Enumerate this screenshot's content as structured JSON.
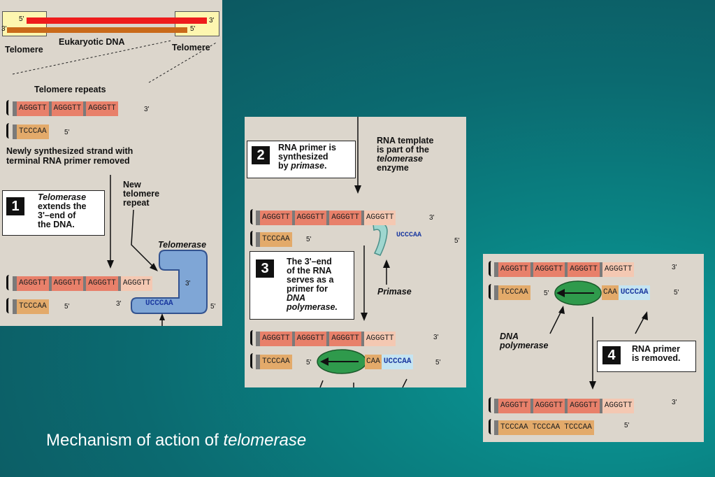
{
  "panel1": {
    "five_prime": "5'",
    "three_prime": "3'",
    "left_end_3": "3'",
    "right_end_5": "5'",
    "telomere_left": "Telomere",
    "eukaryotic_dna": "Eukaryotic DNA",
    "telomere_right": "Telomere",
    "telomere_repeats": "Telomere repeats",
    "repeats": [
      "AGGGTT",
      "AGGGTT",
      "AGGGTT"
    ],
    "top_end": "3'",
    "complement": "TCCCAA",
    "complement_end": "5'",
    "newly_line1": "Newly synthesized strand with",
    "newly_line2": "terminal RNA primer removed",
    "step_number": "1",
    "step_line1": "Telomerase",
    "step_line2": "extends the",
    "step_line3": "3'–end of",
    "step_line4": "the DNA.",
    "new_repeat_line1": "New",
    "new_repeat_line2": "telomere",
    "new_repeat_line3": "repeat",
    "telomerase_label": "Telomerase",
    "after_repeats": [
      "AGGGTT",
      "AGGGTT",
      "AGGGTT"
    ],
    "after_new": "AGGGTT",
    "after_end": "3'",
    "after_complement": "TCCCAA",
    "after_comp_end": "5'",
    "rna_3": "3'",
    "rna_template": "UCCCAA",
    "rna_5": "5'"
  },
  "panel2": {
    "step2_number": "2",
    "step2_line1": "RNA primer is",
    "step2_line2": "synthesized",
    "step2_line3_pre": "by ",
    "step2_line3_em": "primase",
    "step2_line3_post": ".",
    "tmpl_line1": "RNA template",
    "tmpl_line2": "is part of the",
    "tmpl_line3": "telomerase",
    "tmpl_line4": "enzyme",
    "row1": [
      "AGGGTT",
      "AGGGTT",
      "AGGGTT"
    ],
    "row1_new": "AGGGTT",
    "row1_end": "3'",
    "row2_comp": "TCCCAA",
    "row2_end": "5'",
    "row2_rna": "UCCCAA",
    "row2_rna_end": "5'",
    "step3_number": "3",
    "step3_line1": "The 3'–end",
    "step3_line2": "of the RNA",
    "step3_line3": "serves as a",
    "step3_line4": "primer for",
    "step3_line5": "DNA",
    "step3_line6": "polymerase.",
    "primase_label": "Primase",
    "row3": [
      "AGGGTT",
      "AGGGTT",
      "AGGGTT"
    ],
    "row3_new": "AGGGTT",
    "row3_end": "3'",
    "row4_comp": "TCCCAA",
    "row4_end": "5'",
    "row4_caa": "CAA",
    "row4_rna": "UCCCAA",
    "row4_rna_end": "5'"
  },
  "panel3": {
    "row1": [
      "AGGGTT",
      "AGGGTT",
      "AGGGTT"
    ],
    "row1_new": "AGGGTT",
    "row1_end": "3'",
    "row2_comp": "TCCCAA",
    "row2_end": "5'",
    "row2_caa": "CAA",
    "row2_rna": "UCCCAA",
    "row2_rna_end": "5'",
    "dnapol_line1": "DNA",
    "dnapol_line2": "polymerase",
    "step4_number": "4",
    "step4_line1": "RNA primer",
    "step4_line2": "is removed.",
    "row3": [
      "AGGGTT",
      "AGGGTT",
      "AGGGTT"
    ],
    "row3_new": "AGGGTT",
    "row3_end": "3'",
    "row4": [
      "TCCCAA",
      "TCCCAA",
      "TCCCAA"
    ],
    "row4_end": "5'"
  },
  "caption_main": "Mechanism of action of ",
  "caption_em": "telomerase",
  "colors": {
    "background": "#0b6a70",
    "panel": "#dcd6cc",
    "dna_red": "#e8806a",
    "dna_new": "#f4c8b2",
    "dna_comp": "#e3aa6a",
    "rna_blue": "#c4e4f2",
    "enzyme_blue": "#7fa6d6",
    "polymerase_green": "#2f9a4c",
    "primase_teal": "#9fd6cf"
  }
}
